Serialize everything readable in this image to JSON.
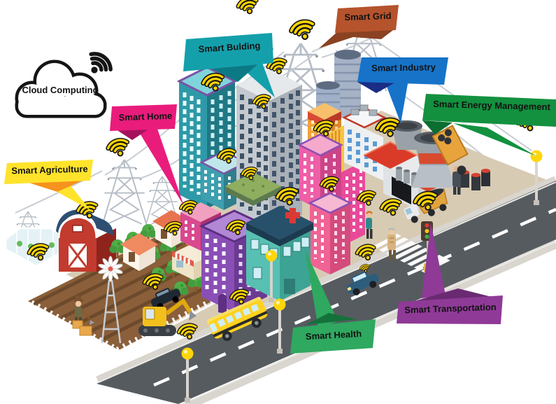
{
  "cloud": {
    "label": "Cloud Computing"
  },
  "callouts": [
    {
      "id": "smart-grid",
      "label": "Smart Grid",
      "color": "#b5532c",
      "color_dark": "#8a4222"
    },
    {
      "id": "smart-bulding",
      "label": "Smart Bulding",
      "color": "#14a0ab",
      "color_dark": "#0c7a84"
    },
    {
      "id": "smart-industry",
      "label": "Smart Industry",
      "color": "#1673c8",
      "color_dark": "#1b2d85"
    },
    {
      "id": "smart-energy",
      "label": "Smart Energy Management",
      "color": "#13913f",
      "color_dark": "#0b6e30"
    },
    {
      "id": "smart-home",
      "label": "Smart Home",
      "color": "#e91c7c",
      "color_dark": "#a5115e"
    },
    {
      "id": "smart-agriculture",
      "label": "Smart Agriculture",
      "color": "#ffe32b",
      "color_dark": "#f6921e"
    },
    {
      "id": "smart-transportation",
      "label": "Smart Transportation",
      "color": "#8f3a97",
      "color_dark": "#6a2a72"
    },
    {
      "id": "smart-health",
      "label": "Smart Health",
      "color": "#2fa860",
      "color_dark": "#14713a"
    }
  ],
  "icons": {
    "wifi": "wifi-signal-icon",
    "cloud": "cloud-icon"
  },
  "accents": {
    "wifi_yellow": "#ffd400",
    "road_gray": "#565b60",
    "ground_tan": "#d8cbb4"
  },
  "scene": {
    "description": "Isometric smart city illustration connected by wifi signals",
    "elements": [
      "transmission towers and power lines",
      "farm with barn, greenhouse, windmill, orchard trees, excavator and farmer",
      "colorful city buildings and houses",
      "hospital with red cross",
      "factory with smokestacks and smelter pots",
      "coal bin, barrels, dump truck and worker",
      "road with dashed lines, crosswalk, school bus, car, street lamps and traffic light",
      "pedestrians",
      "wifi signal icons on rooftops, vehicles and lamps"
    ]
  }
}
